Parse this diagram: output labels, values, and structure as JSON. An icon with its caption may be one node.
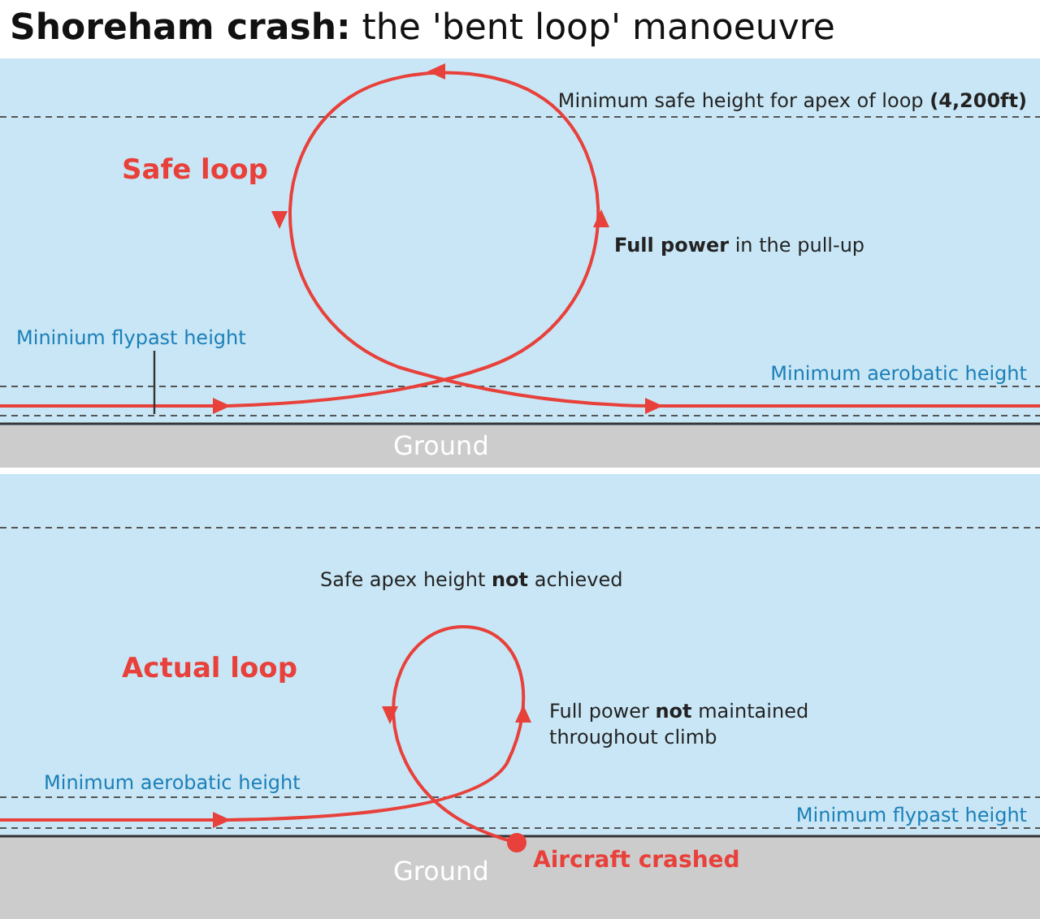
{
  "diagram": {
    "title": "**Shoreham crash:** the 'bent loop' manoeuvre",
    "nodes": [
      {
        "text": [
          "Mininium flypast height"
        ]
      },
      {
        "text": [],
        "shape": "line"
      }
    ],
    "edges": [
      {
        "from": 0,
        "to": 1,
        "arrow": "none"
      }
    ],
    "labels": [
      "Minimum safe height for apex of loop **(4,200ft)**",
      "Safe loop",
      "**Full power** in the pull-up",
      "Minimum aerobatic height",
      "Ground",
      "Safe apex height **not** achieved",
      "Actual loop",
      "Full power **not** maintained throughout climb",
      "Minimum aerobatic height",
      "Minimum flypast height",
      "Aircraft crashed",
      "Ground"
    ]
  }
}
